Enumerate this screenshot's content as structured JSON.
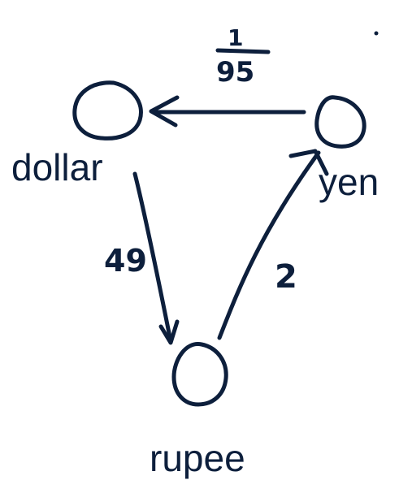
{
  "diagram": {
    "nodes": {
      "dollar": "dollar",
      "yen": "yen",
      "rupee": "rupee"
    },
    "edges": {
      "yen_to_dollar": {
        "numerator": "1",
        "denominator": "95"
      },
      "dollar_to_rupee": "49",
      "rupee_to_yen": "2"
    },
    "colors": {
      "ink": "#0d1f3c",
      "background": "#ffffff"
    }
  }
}
